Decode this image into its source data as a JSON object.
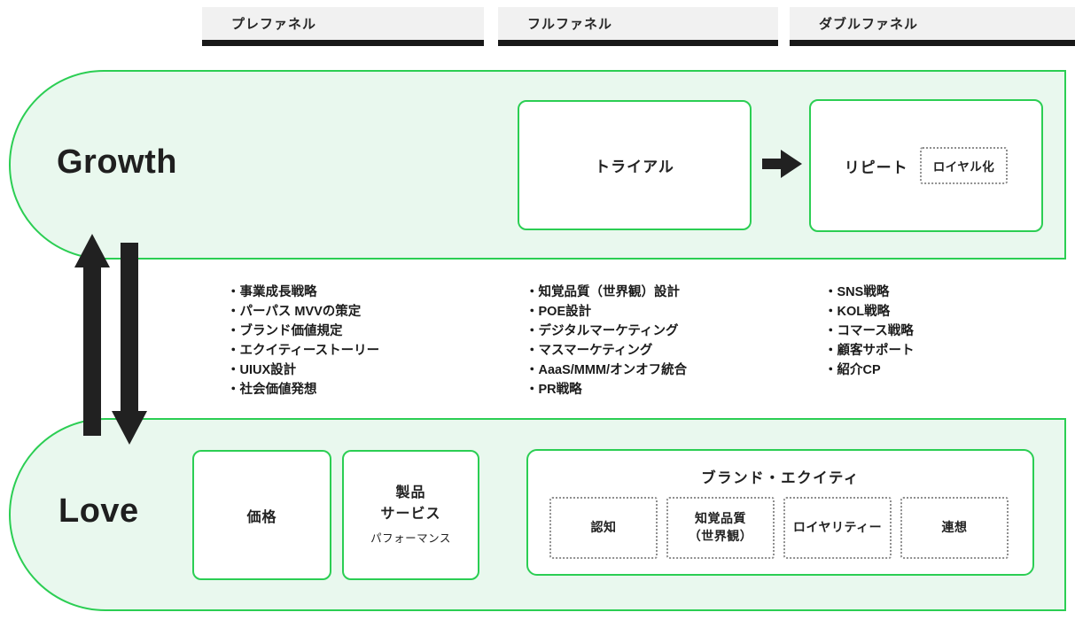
{
  "colors": {
    "green": "#2bce53",
    "green_fill": "#e9f8ee",
    "ink": "#1e1e1e",
    "header_bg": "#f1f1f1",
    "dot": "#8f8f8f"
  },
  "headers": {
    "prefunnel": "プレファネル",
    "fullfunnel": "フルファネル",
    "doublefunnel": "ダブルファネル"
  },
  "growth": {
    "title": "Growth",
    "trial_label": "トライアル",
    "repeat_label": "リピート",
    "loyalize_label": "ロイヤル化"
  },
  "lists": {
    "prefunnel": {
      "items": [
        "・事業成長戦略",
        "・パーパス MVVの策定",
        "・ブランド価値規定",
        "・エクイティーストーリー",
        "・UIUX設計",
        "・社会価値発想"
      ]
    },
    "fullfunnel": {
      "items": [
        "・知覚品質（世界観）設計",
        "・POE設計",
        "・デジタルマーケティング",
        "・マスマーケティング",
        "・AaaS/MMM/オンオフ統合",
        "・PR戦略"
      ]
    },
    "doublefunnel": {
      "items": [
        "・SNS戦略",
        "・KOL戦略",
        "・コマース戦略",
        "・顧客サポート",
        "・紹介CP"
      ]
    }
  },
  "love": {
    "title": "Love",
    "price_label": "価格",
    "product_line1": "製品",
    "product_line2": "サービス",
    "product_line3": "パフォーマンス",
    "brand_equity": {
      "title": "ブランド・エクイティ",
      "item1": "認知",
      "item2_line1": "知覚品質",
      "item2_line2": "（世界観）",
      "item3": "ロイヤリティー",
      "item4": "連想"
    }
  }
}
